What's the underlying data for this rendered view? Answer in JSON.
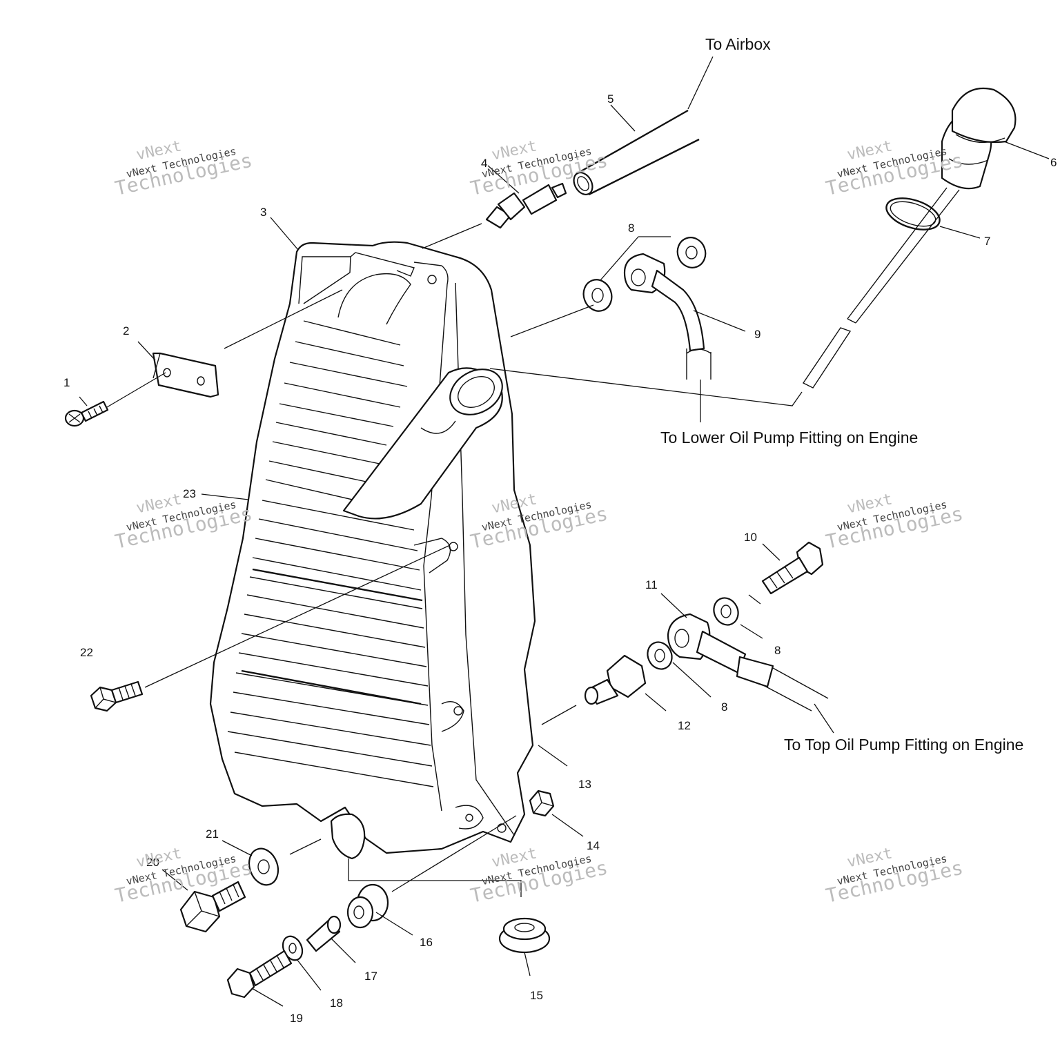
{
  "notes": {
    "to_airbox": "To Airbox",
    "lower_pump": "To Lower Oil Pump Fitting on Engine",
    "top_pump": "To Top Oil Pump Fitting on Engine"
  },
  "callouts": [
    "1",
    "2",
    "3",
    "4",
    "5",
    "6",
    "7",
    "8",
    "8",
    "8",
    "9",
    "10",
    "11",
    "12",
    "13",
    "14",
    "15",
    "16",
    "17",
    "18",
    "19",
    "20",
    "21",
    "22",
    "23"
  ],
  "watermark": {
    "brand": "vNext",
    "line1": "vNext Technologies",
    "line2": "Technologies"
  }
}
